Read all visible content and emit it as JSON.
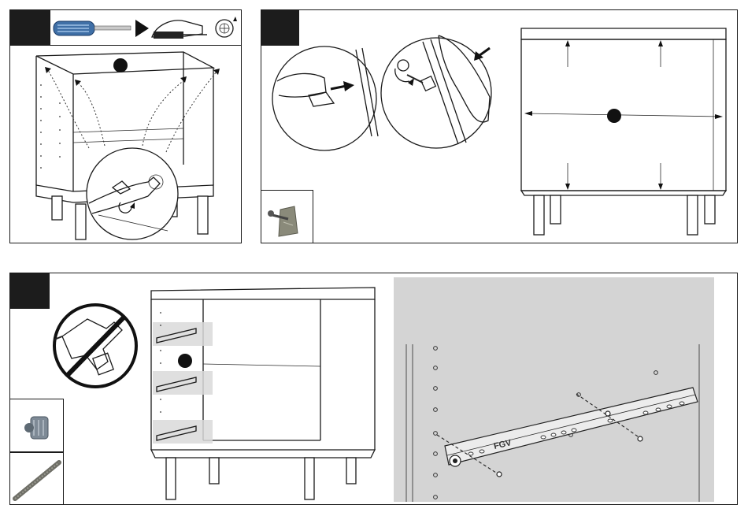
{
  "panels": [
    {
      "id": "step-1",
      "step_label": ""
    },
    {
      "id": "step-2",
      "step_label": ""
    },
    {
      "id": "step-3",
      "step_label": ""
    }
  ],
  "colors": {
    "frame": "#1a1a1a",
    "step_tab": "#1c1c1c",
    "detail_background": "#d4d4d4",
    "screwdriver_handle": "#3f6fa6",
    "hardware_gray": "#8a8a7a"
  },
  "rail": {
    "brand_mark": "FGV"
  },
  "icons": [
    "screwdriver-icon",
    "rotate-clockwise-icon",
    "no-drill-icon",
    "cam-screw-icon",
    "cam-bolt-icon",
    "dowel-rod-icon"
  ]
}
